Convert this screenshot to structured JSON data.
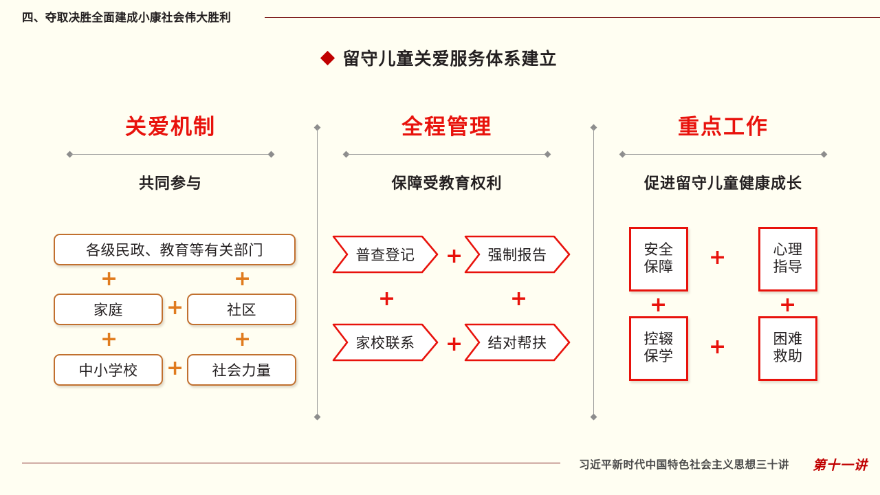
{
  "header": {
    "section_title": "四、夺取决胜全面建成小康社会伟大胜利"
  },
  "title": {
    "bullet_icon": "diamond-bullet-icon",
    "text": "留守儿童关爱服务体系建立"
  },
  "columns": [
    {
      "heading": "关爱机制",
      "subheading": "共同参与",
      "shape": "rounded-rect",
      "accent_color": "#c1702f",
      "plus_color": "#e07b1e",
      "items": [
        {
          "label": "各级民政、教育等有关部门",
          "width": "wide"
        },
        {
          "label": "家庭"
        },
        {
          "label": "社区"
        },
        {
          "label": "中小学校"
        },
        {
          "label": "社会力量"
        }
      ],
      "connectors": [
        "+",
        "+",
        "+",
        "+",
        "+",
        "+"
      ]
    },
    {
      "heading": "全程管理",
      "subheading": "保障受教育权利",
      "shape": "hexagon",
      "accent_color": "#e8120c",
      "plus_color": "#e8120c",
      "items": [
        {
          "label": "普查登记"
        },
        {
          "label": "强制报告"
        },
        {
          "label": "家校联系"
        },
        {
          "label": "结对帮扶"
        }
      ],
      "connectors": [
        "+",
        "+",
        "+",
        "+"
      ]
    },
    {
      "heading": "重点工作",
      "subheading": "促进留守儿童健康成长",
      "shape": "square",
      "accent_color": "#e8120c",
      "plus_color": "#e8120c",
      "items": [
        {
          "line1": "安全",
          "line2": "保障"
        },
        {
          "line1": "心理",
          "line2": "指导"
        },
        {
          "line1": "控辍",
          "line2": "保学"
        },
        {
          "line1": "困难",
          "line2": "救助"
        }
      ],
      "connectors": [
        "+",
        "+",
        "+",
        "+"
      ]
    }
  ],
  "footer": {
    "series_title": "习近平新时代中国特色社会主义思想三十讲",
    "lecture_badge": "第十一讲"
  },
  "theme": {
    "background": "#fffef2",
    "rule_color": "#7c1a1a",
    "heading_red": "#e8120c",
    "orange": "#c1702f",
    "divider_gray": "#9a9a9a"
  }
}
